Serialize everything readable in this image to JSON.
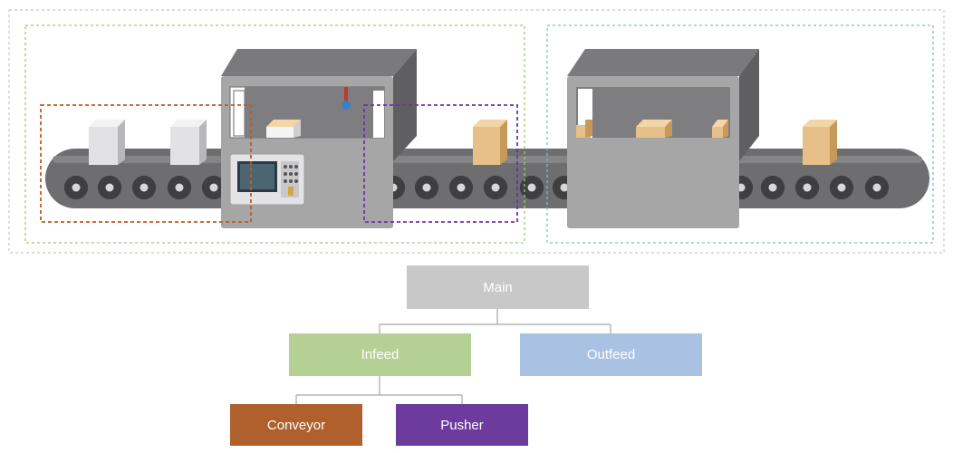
{
  "hierarchy": {
    "main": {
      "label": "Main",
      "color": "#c8c8c8"
    },
    "infeed": {
      "label": "Infeed",
      "color": "#b5d095"
    },
    "outfeed": {
      "label": "Outfeed",
      "color": "#a9c2e3"
    },
    "conveyor": {
      "label": "Conveyor",
      "color": "#b0602c"
    },
    "pusher": {
      "label": "Pusher",
      "color": "#6d3a9e"
    }
  },
  "region_colors": {
    "outer": "#c7c7c7",
    "infeed": "#9cc97a",
    "outfeed": "#8fb4dd",
    "conveyor": "#c05a1e",
    "pusher": "#6b35a8"
  },
  "machine_colors": {
    "body": "#a6a6a7",
    "roof": "#7a7a7c",
    "dark": "#5f5f61",
    "belt": "#6e6e70",
    "gear": "#3f3f41",
    "box_tan": "#e6c088",
    "box_grey": "#e2e2e4"
  }
}
